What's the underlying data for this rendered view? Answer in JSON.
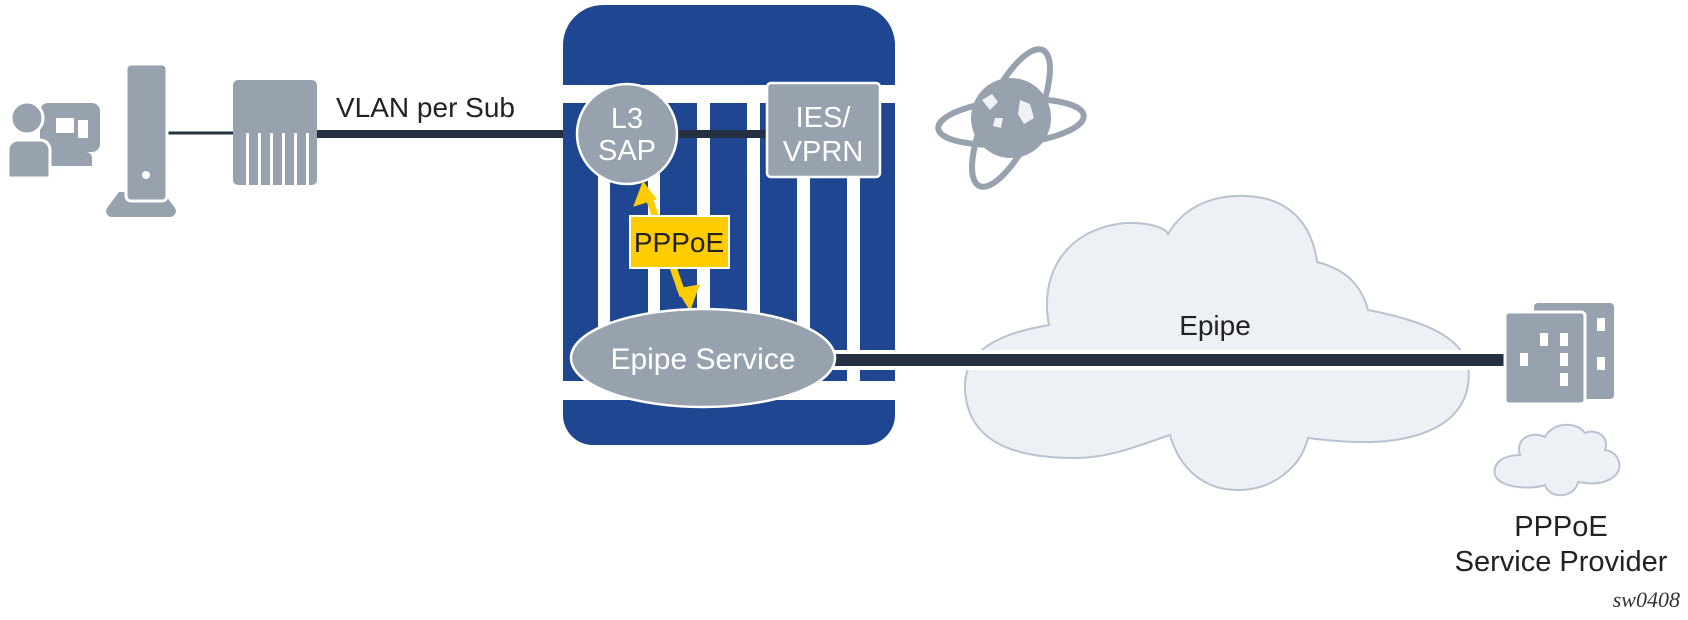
{
  "diagram": {
    "labels": {
      "vlan_link": "VLAN per Sub",
      "l3_sap_line1": "L3",
      "l3_sap_line2": "SAP",
      "ies_line1": "IES/",
      "ies_line2": "VPRN",
      "pppoe_tag": "PPPoE",
      "epipe_service": "Epipe Service",
      "epipe_link": "Epipe",
      "provider_line1": "PPPoE",
      "provider_line2": "Service Provider",
      "figure_id": "sw0408"
    },
    "icons": {
      "subscriber": "subscriber-computer-icon",
      "cpe": "cpe-modem-icon",
      "access_node": "dslam-icon",
      "router": "router-chassis-icon",
      "internet": "globe-internet-icon",
      "network_cloud": "cloud-icon",
      "provider": "building-icon",
      "provider_cloud": "cloud-icon"
    },
    "colors": {
      "chassis_blue": "#1f4690",
      "node_gray": "#98a2ae",
      "pppoe_yellow": "#ffcc00",
      "link_dark": "#253142",
      "cloud_fill": "#edf1f5",
      "cloud_stroke": "#b9c3cf"
    }
  }
}
